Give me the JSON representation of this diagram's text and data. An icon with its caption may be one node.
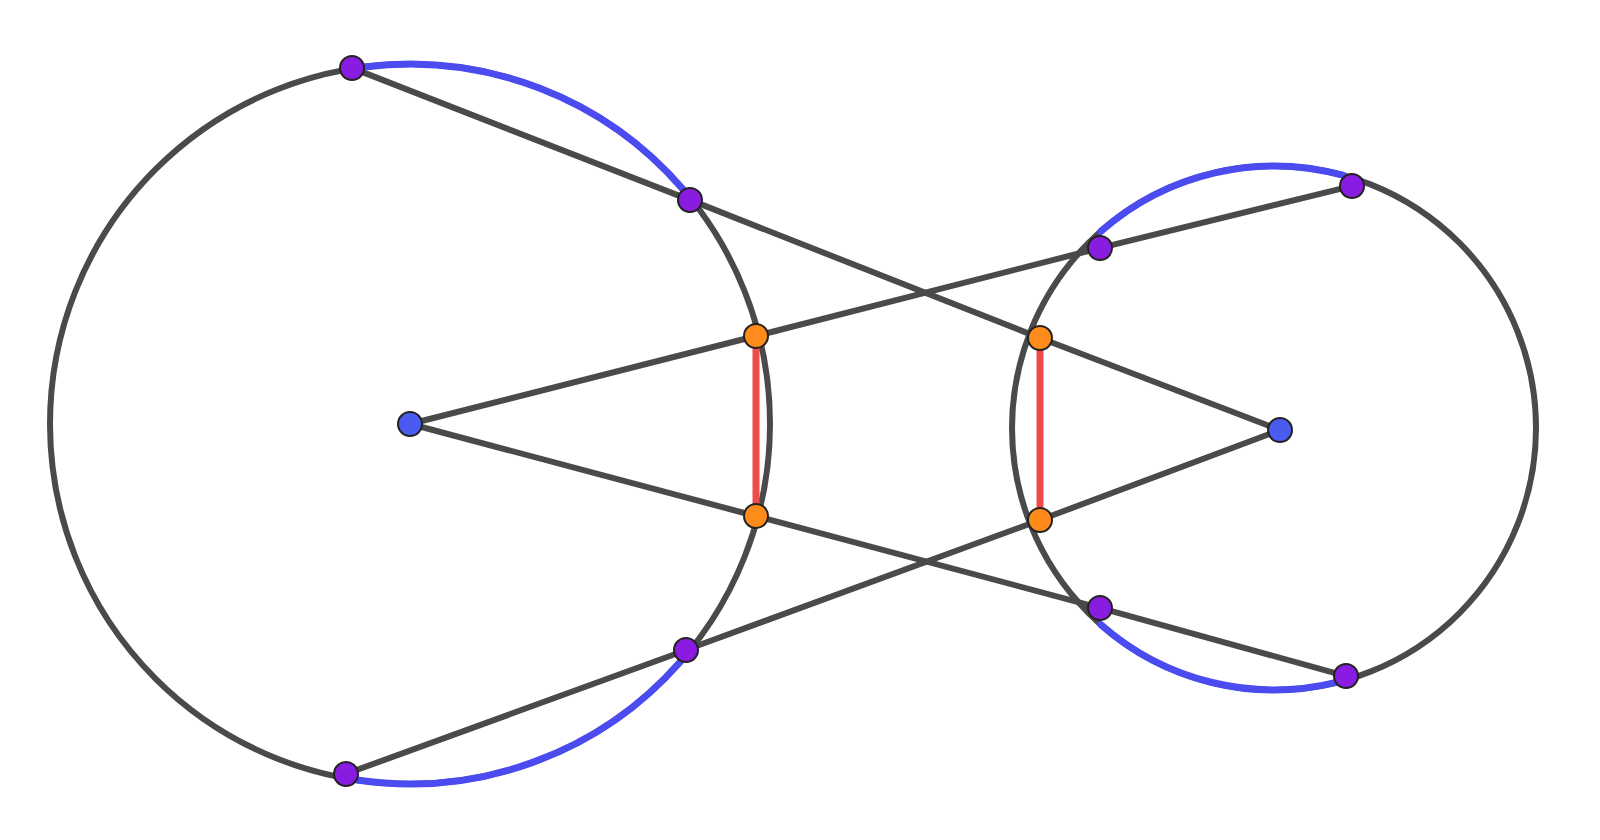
{
  "diagram": {
    "nodes": [
      {
        "text": [],
        "shape": "circle"
      },
      {
        "text": [],
        "shape": "circle"
      },
      {
        "text": [],
        "shape": "circle"
      },
      {
        "text": [],
        "shape": "circle"
      },
      {
        "text": [],
        "shape": "circle"
      },
      {
        "text": [],
        "shape": "circle"
      },
      {
        "text": [],
        "shape": "circle"
      },
      {
        "text": [],
        "shape": "circle"
      },
      {
        "text": [],
        "shape": "circle"
      },
      {
        "text": [],
        "shape": "circle"
      },
      {
        "text": [],
        "shape": "circle"
      },
      {
        "text": [],
        "shape": "circle"
      },
      {
        "text": [],
        "shape": "circle"
      },
      {
        "text": [],
        "shape": "circle"
      }
    ],
    "edges": [
      {
        "from": 6,
        "to": 4,
        "arrow": "none"
      },
      {
        "from": 4,
        "to": 3,
        "arrow": "none"
      },
      {
        "from": 3,
        "to": 2,
        "arrow": "none"
      },
      {
        "from": 6,
        "to": 8,
        "arrow": "none"
      },
      {
        "from": 8,
        "to": 10,
        "arrow": "none"
      },
      {
        "from": 10,
        "to": 12,
        "arrow": "none"
      },
      {
        "from": 7,
        "to": 5,
        "arrow": "none"
      },
      {
        "from": 5,
        "to": 1,
        "arrow": "none"
      },
      {
        "from": 1,
        "to": 0,
        "arrow": "none"
      },
      {
        "from": 7,
        "to": 9,
        "arrow": "none"
      },
      {
        "from": 9,
        "to": 11,
        "arrow": "none"
      },
      {
        "from": 11,
        "to": 13,
        "arrow": "none"
      },
      {
        "from": 4,
        "to": 8,
        "arrow": "none",
        "color": "#f04a4a"
      },
      {
        "from": 5,
        "to": 9,
        "arrow": "none",
        "color": "#f04a4a"
      },
      {
        "from": 0,
        "to": 1,
        "arrow": "none",
        "color": "#4b4bf0"
      },
      {
        "from": 13,
        "to": 11,
        "arrow": "none",
        "color": "#4b4bf0"
      },
      {
        "from": 3,
        "to": 2,
        "arrow": "none",
        "color": "#4b4bf0"
      },
      {
        "from": 10,
        "to": 12,
        "arrow": "none",
        "color": "#4b4bf0"
      }
    ]
  }
}
